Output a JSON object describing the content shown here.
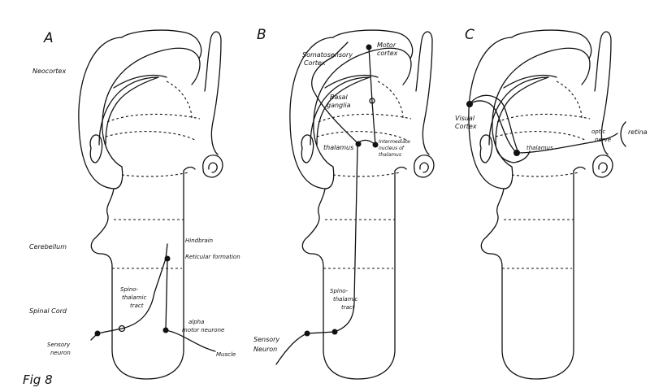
{
  "panels": {
    "a": {
      "letter": "A",
      "labels": {
        "neuron_soma": "Sensory",
        "neuron_soma2": "neuron",
        "hindbrain": "Hindbrain",
        "reticular": "Reticular formation",
        "spino1": "Spino-",
        "spino2": "thalamic",
        "spino3": "tract",
        "alpha1": "alpha",
        "alpha2": "motor neurone",
        "muscle": "Muscle"
      }
    },
    "b": {
      "letter": "B",
      "labels": {
        "somato1": "Somatosensory",
        "somato2": "Cortex",
        "motor1": "Motor",
        "motor2": "cortex",
        "basal1": "Basal",
        "basal2": "ganglia",
        "thalamus": "thalamus",
        "inter1": "Intermediate",
        "inter2": "nucleus of",
        "inter3": "thalamus",
        "spino1": "Spino-",
        "spino2": "thalamic",
        "spino3": "tract",
        "sensory1": "Sensory",
        "sensory2": "Neuron"
      }
    },
    "c": {
      "letter": "C",
      "labels": {
        "visual1": "Visual",
        "visual2": "Cortex",
        "thalamus": "thalamus",
        "optic1": "optic",
        "optic2": "nerve",
        "retina": "retina"
      }
    }
  },
  "side_labels": {
    "neocortex": "Neocortex",
    "cerebellum": "Cerebellum",
    "spinal_cord": "Spinal Cord"
  },
  "figure_label": "Fig 8"
}
